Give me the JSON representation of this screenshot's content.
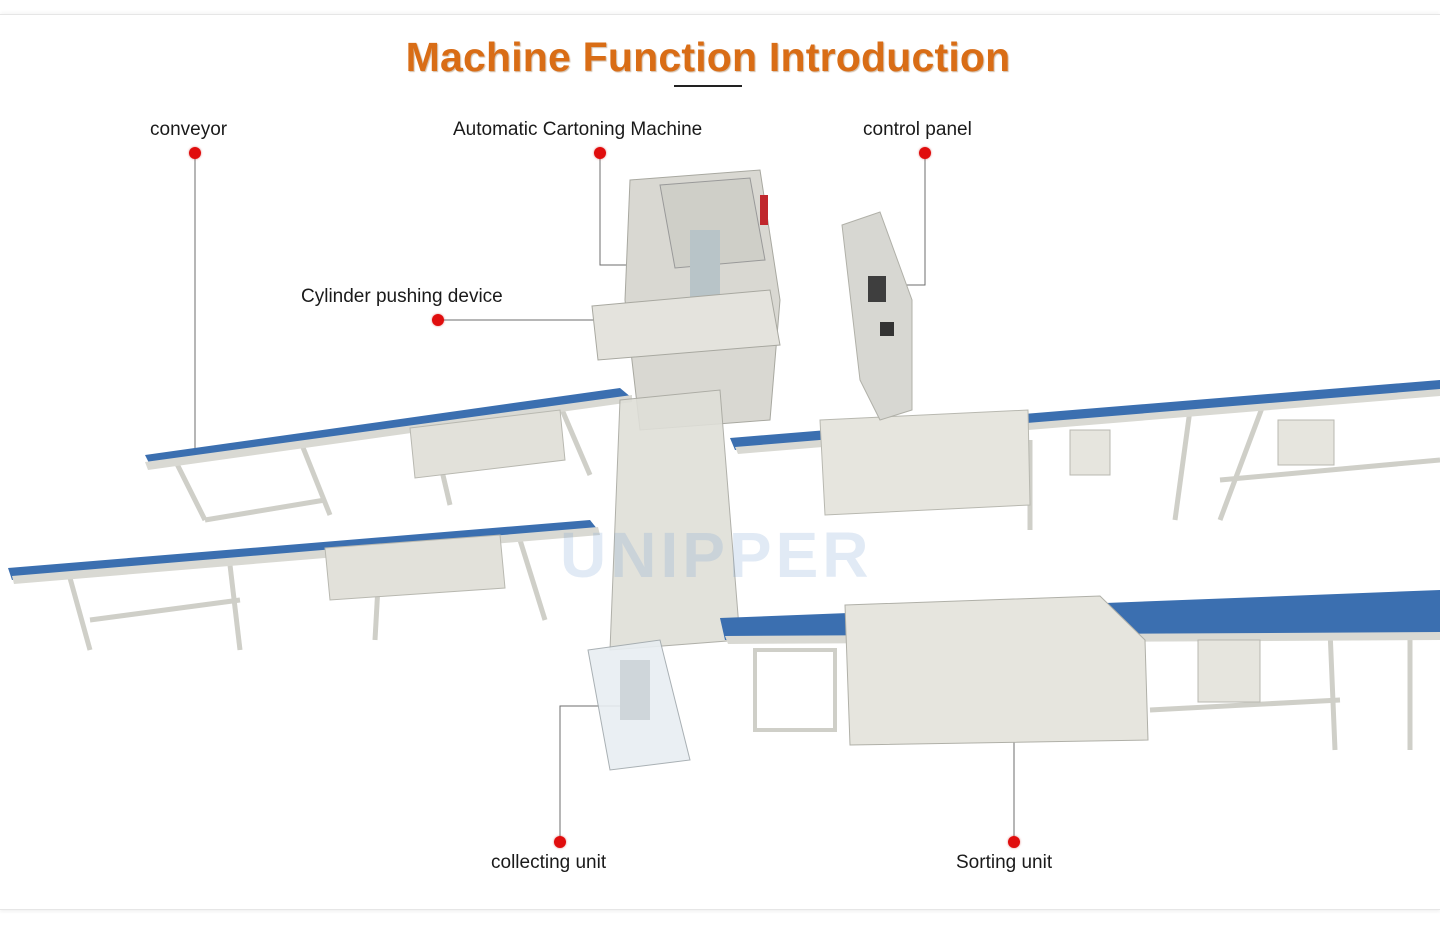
{
  "title": "Machine Function Introduction",
  "labels": {
    "conveyor": "conveyor",
    "cartoning": "Automatic Cartoning Machine",
    "control_panel": "control panel",
    "cylinder": "Cylinder pushing device",
    "collecting": "collecting unit",
    "sorting": "Sorting unit"
  },
  "watermark": "UNIPPER",
  "colors": {
    "title": "#d96d16",
    "marker": "#e00d0d",
    "belt": "#3b6fb0",
    "frame": "#d9d9d3"
  }
}
